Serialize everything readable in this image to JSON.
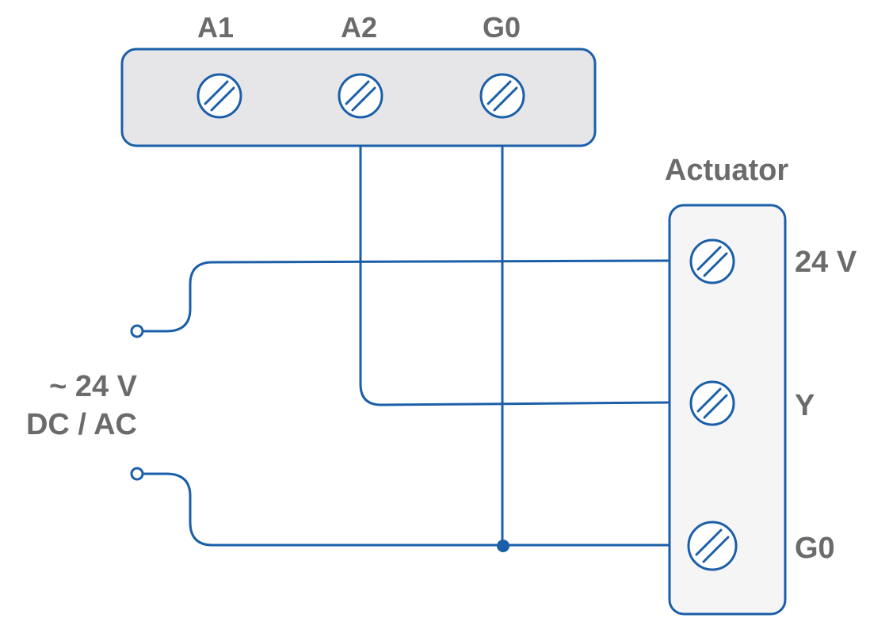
{
  "controller": {
    "terminals": [
      "A1",
      "A2",
      "G0"
    ]
  },
  "actuator": {
    "title": "Actuator",
    "terminals": [
      "24 V",
      "Y",
      "G0"
    ]
  },
  "supply": {
    "line1": "~ 24 V",
    "line2": "DC / AC"
  },
  "colors": {
    "wire": "#1b5fa8",
    "label": "#6b6b6b",
    "controller_fill": "#e6e6e8",
    "actuator_fill": "#f5f5f6"
  }
}
